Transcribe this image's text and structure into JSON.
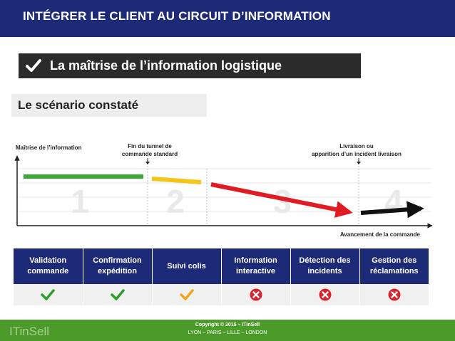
{
  "header": {
    "title": "INTÉGRER LE CLIENT AU CIRCUIT D’INFORMATION"
  },
  "banner": {
    "text": "La maîtrise de l’information logistique",
    "icon": "checkmark-icon"
  },
  "subtitle": {
    "text": "Le scénario constaté"
  },
  "diagram": {
    "y_axis_label": "Maîtrise de l’information",
    "x_axis_label": "Avancement de la commande",
    "milestone_1": [
      "Fin du tunnel de",
      "commande standard"
    ],
    "milestone_2": [
      "Livraison ou",
      "apparition d’un incident livraison"
    ],
    "phases": [
      "1",
      "2",
      "3",
      "4"
    ],
    "colors": {
      "phase1": "#3aaa35",
      "phase2": "#f5c518",
      "phase3": "#e11b22",
      "phase4": "#111111"
    }
  },
  "table": {
    "headers": [
      [
        "Validation",
        "commande"
      ],
      [
        "Confirmation",
        "expédition"
      ],
      [
        "Suivi colis"
      ],
      [
        "Information",
        "interactive"
      ],
      [
        "Détection des",
        "incidents"
      ],
      [
        "Gestion des",
        "réclamations"
      ]
    ],
    "status": [
      "ok-green",
      "ok-green",
      "ok-orange",
      "ko",
      "ko",
      "ko"
    ]
  },
  "footer": {
    "logo": "ITinSell",
    "copyright": "Copyright © 2015 – ITinSell",
    "cities": "LYON – PARIS – LILLE – LONDON"
  }
}
